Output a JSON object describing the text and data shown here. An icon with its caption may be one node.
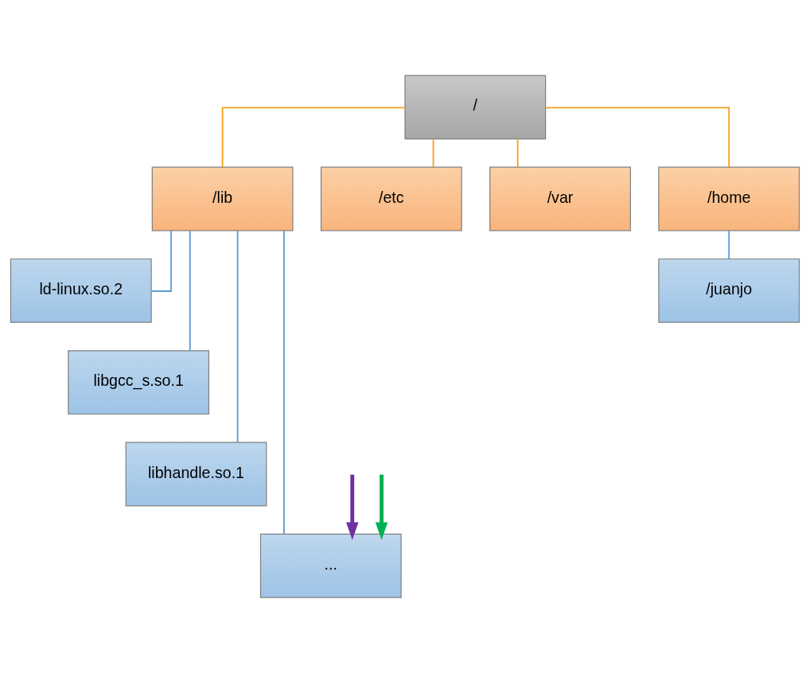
{
  "diagram": {
    "nodes": [
      {
        "text": [
          "/"
        ]
      },
      {
        "text": [
          "/lib"
        ]
      },
      {
        "text": [
          "/etc"
        ]
      },
      {
        "text": [
          "/var"
        ]
      },
      {
        "text": [
          "/home"
        ]
      },
      {
        "text": [
          "ld-linux.so.2"
        ]
      },
      {
        "text": [
          "libgcc_s.so.1"
        ]
      },
      {
        "text": [
          "libhandle.so.1"
        ]
      },
      {
        "text": [
          "..."
        ]
      },
      {
        "text": [
          "/juanjo"
        ]
      }
    ],
    "edges": [
      {
        "from": 0,
        "to": 1,
        "arrow": "none",
        "color": "#f5a11c"
      },
      {
        "from": 0,
        "to": 2,
        "arrow": "none",
        "color": "#f5a11c"
      },
      {
        "from": 0,
        "to": 3,
        "arrow": "none",
        "color": "#f5a11c"
      },
      {
        "from": 0,
        "to": 4,
        "arrow": "none",
        "color": "#f5a11c"
      },
      {
        "from": 1,
        "to": 5,
        "arrow": "none"
      },
      {
        "from": 1,
        "to": 6,
        "arrow": "none"
      },
      {
        "from": 1,
        "to": 7,
        "arrow": "none"
      },
      {
        "from": 1,
        "to": 8,
        "arrow": "none"
      },
      {
        "from": 4,
        "to": 9,
        "arrow": "none"
      },
      {
        "from": null,
        "to": 8,
        "arrow": "to",
        "style": "thick",
        "color": "#7030a0"
      },
      {
        "from": null,
        "to": 8,
        "arrow": "to",
        "style": "thick",
        "color": "#00b050"
      }
    ]
  }
}
